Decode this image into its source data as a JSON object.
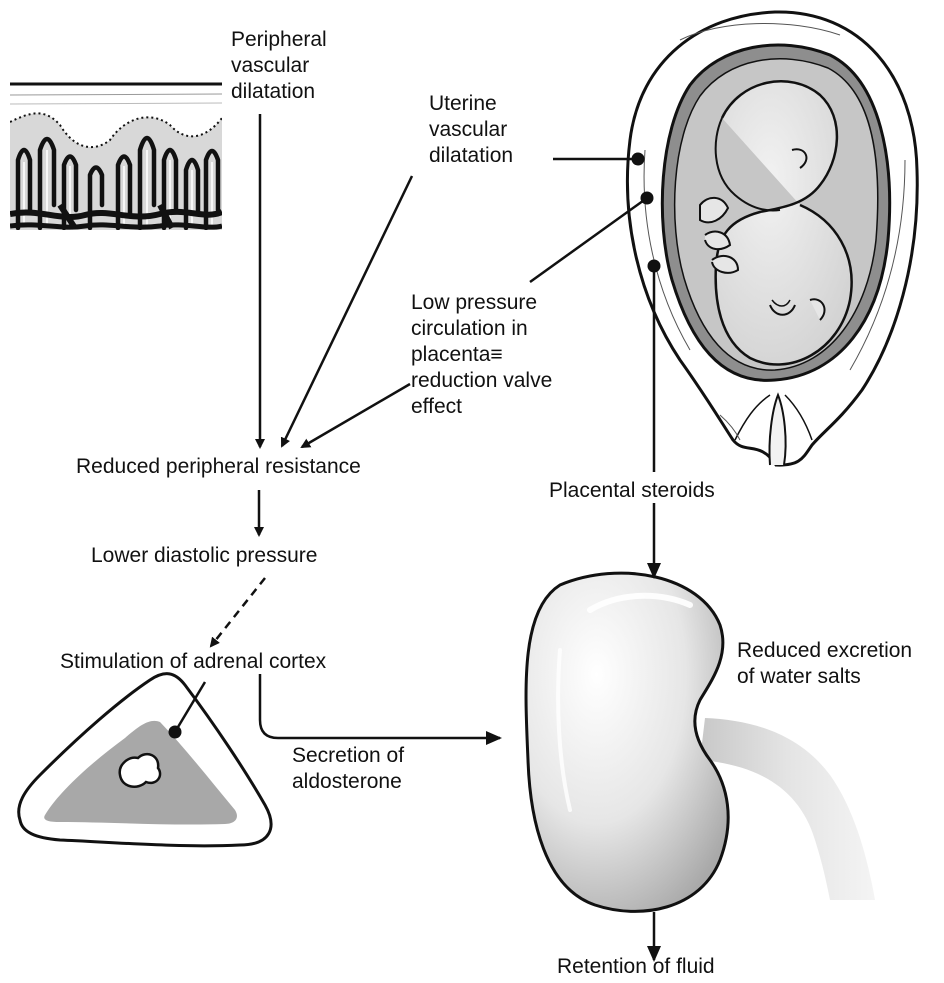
{
  "labels": {
    "peripheral_dilatation": [
      "Peripheral",
      "vascular",
      "dilatation"
    ],
    "uterine_dilatation": [
      "Uterine",
      "vascular",
      "dilatation"
    ],
    "low_pressure": [
      "Low pressure",
      "circulation in",
      "placenta≡",
      "reduction valve",
      "effect"
    ],
    "reduced_resistance": "Reduced peripheral resistance",
    "lower_diastolic": "Lower diastolic pressure",
    "adrenal_stimulation": "Stimulation of adrenal cortex",
    "aldosterone": [
      "Secretion of",
      "aldosterone"
    ],
    "placental_steroids": "Placental steroids",
    "reduced_excretion": [
      "Reduced excretion",
      "of water salts"
    ],
    "retention": "Retention of fluid"
  },
  "colors": {
    "line": "#111111",
    "shade_dark": "#8a8a8a",
    "shade_mid": "#b8b8b8",
    "shade_light": "#dcdcdc",
    "background": "#ffffff"
  }
}
